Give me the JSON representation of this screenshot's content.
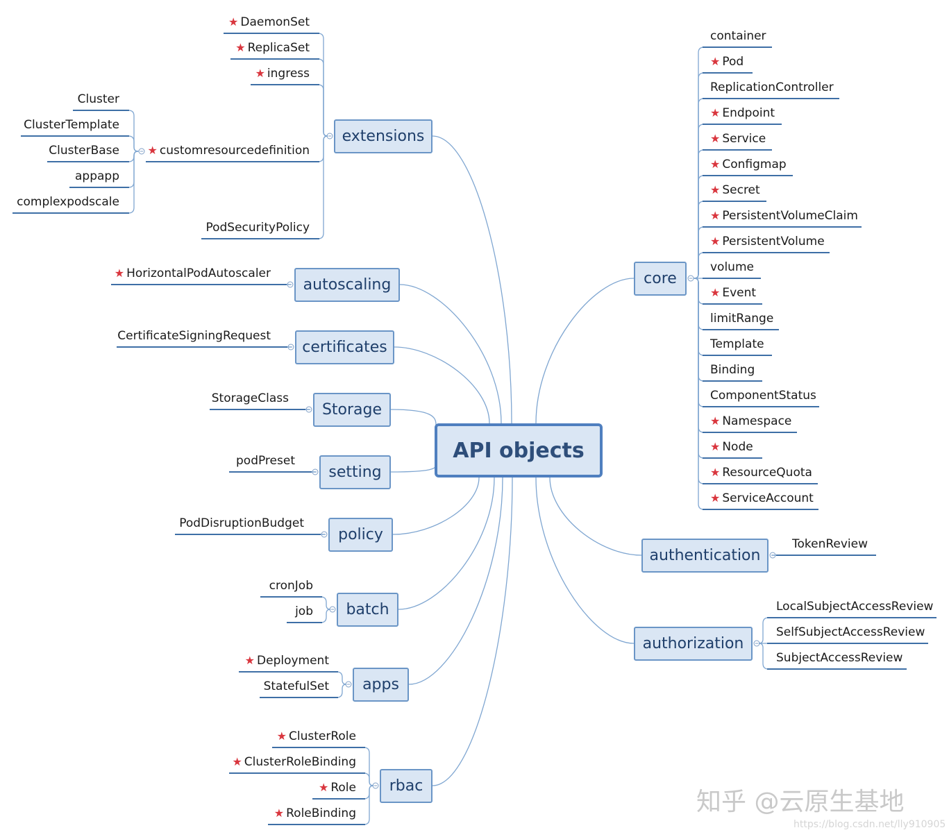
{
  "root": {
    "label": "API objects"
  },
  "groups": {
    "extensions": {
      "label": "extensions",
      "items": [
        {
          "label": "DaemonSet",
          "star": true
        },
        {
          "label": "ReplicaSet",
          "star": true
        },
        {
          "label": "ingress",
          "star": true
        },
        {
          "label": "customresourcedefinition",
          "star": true,
          "children": [
            {
              "label": "Cluster"
            },
            {
              "label": "ClusterTemplate"
            },
            {
              "label": "ClusterBase"
            },
            {
              "label": "appapp"
            },
            {
              "label": "complexpodscale"
            }
          ]
        },
        {
          "label": "PodSecurityPolicy",
          "star": false
        }
      ]
    },
    "autoscaling": {
      "label": "autoscaling",
      "items": [
        {
          "label": "HorizontalPodAutoscaler",
          "star": true
        }
      ]
    },
    "certificates": {
      "label": "certificates",
      "items": [
        {
          "label": "CertificateSigningRequest",
          "star": false
        }
      ]
    },
    "storage": {
      "label": "Storage",
      "items": [
        {
          "label": "StorageClass",
          "star": false
        }
      ]
    },
    "setting": {
      "label": "setting",
      "items": [
        {
          "label": "podPreset",
          "star": false
        }
      ]
    },
    "policy": {
      "label": "policy",
      "items": [
        {
          "label": "PodDisruptionBudget",
          "star": false
        }
      ]
    },
    "batch": {
      "label": "batch",
      "items": [
        {
          "label": "cronJob",
          "star": false
        },
        {
          "label": "job",
          "star": false
        }
      ]
    },
    "apps": {
      "label": "apps",
      "items": [
        {
          "label": "Deployment",
          "star": true
        },
        {
          "label": "StatefulSet",
          "star": false
        }
      ]
    },
    "rbac": {
      "label": "rbac",
      "items": [
        {
          "label": "ClusterRole",
          "star": true
        },
        {
          "label": "ClusterRoleBinding",
          "star": true
        },
        {
          "label": "Role",
          "star": true
        },
        {
          "label": "RoleBinding",
          "star": true
        }
      ]
    },
    "core": {
      "label": "core",
      "items": [
        {
          "label": "container",
          "star": false
        },
        {
          "label": "Pod",
          "star": true
        },
        {
          "label": "ReplicationController",
          "star": false
        },
        {
          "label": "Endpoint",
          "star": true
        },
        {
          "label": "Service",
          "star": true
        },
        {
          "label": "Configmap",
          "star": true
        },
        {
          "label": "Secret",
          "star": true
        },
        {
          "label": "PersistentVolumeClaim",
          "star": true
        },
        {
          "label": "PersistentVolume",
          "star": true
        },
        {
          "label": "volume",
          "star": false
        },
        {
          "label": "Event",
          "star": true
        },
        {
          "label": "limitRange",
          "star": false
        },
        {
          "label": "Template",
          "star": false
        },
        {
          "label": "Binding",
          "star": false
        },
        {
          "label": "ComponentStatus",
          "star": false
        },
        {
          "label": "Namespace",
          "star": true
        },
        {
          "label": "Node",
          "star": true
        },
        {
          "label": "ResourceQuota",
          "star": true
        },
        {
          "label": "ServiceAccount",
          "star": true
        }
      ]
    },
    "authentication": {
      "label": "authentication",
      "items": [
        {
          "label": "TokenReview",
          "star": false
        }
      ]
    },
    "authorization": {
      "label": "authorization",
      "items": [
        {
          "label": "LocalSubjectAccessReview",
          "star": false
        },
        {
          "label": "SelfSubjectAccessReview",
          "star": false
        },
        {
          "label": "SubjectAccessReview",
          "star": false
        }
      ]
    }
  },
  "watermark": {
    "main": "知乎 @云原生基地",
    "url": "https://blog.csdn.net/lly910905"
  },
  "colors": {
    "node_fill": "#dae6f4",
    "node_border": "#6a95c6",
    "line": "#7fa6d1",
    "star": "#d9363e"
  }
}
